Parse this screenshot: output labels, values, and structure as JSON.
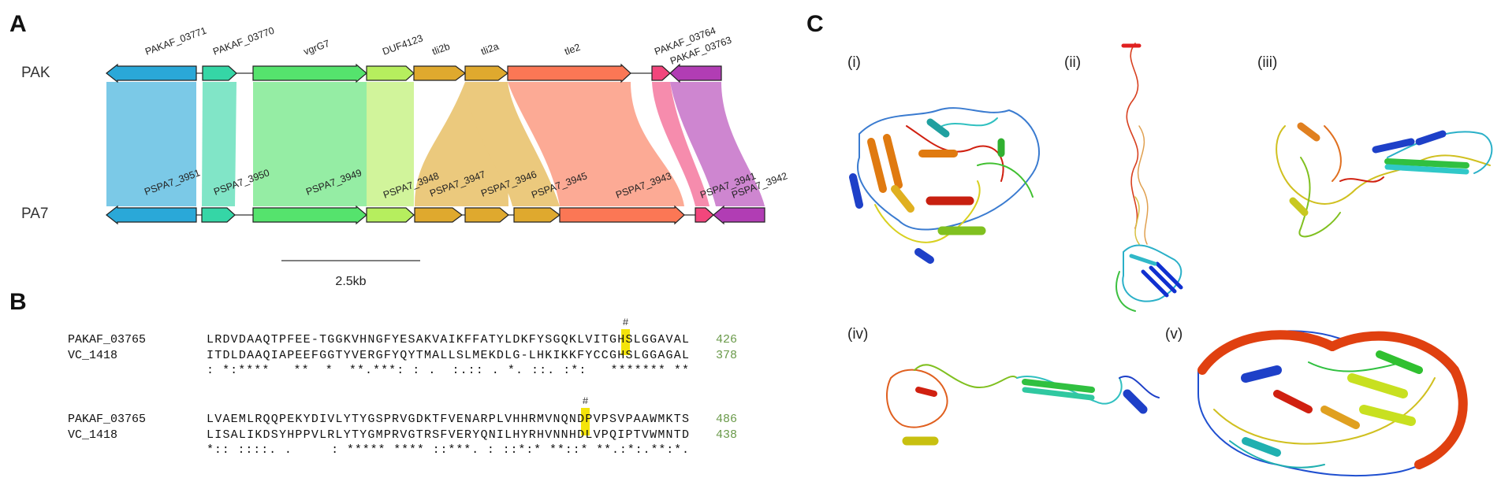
{
  "panels": {
    "a": "A",
    "b": "B",
    "c": "C"
  },
  "panel_a": {
    "top_strain": "PAK",
    "bottom_strain": "PA7",
    "scale_label": "2.5kb",
    "top_genes": [
      "PAKAF_03771",
      "PAKAF_03770",
      "vgrG7",
      "DUF4123",
      "tli2b",
      "tli2a",
      "tle2",
      "PAKAF_03764",
      "PAKAF_03763"
    ],
    "bottom_genes": [
      "PSPA7_3951",
      "PSPA7_3950",
      "PSPA7_3949",
      "PSPA7_3948",
      "PSPA7_3947",
      "PSPA7_3946",
      "PSPA7_3945",
      "PSPA7_3943",
      "PSPA7_3941",
      "PSPA7_3942"
    ],
    "colors": {
      "blue": "#2aa8d8",
      "teal": "#35d6a6",
      "green": "#55e36d",
      "lightgreen": "#b6ee5e",
      "gold": "#dfa92e",
      "orange": "#fb7755",
      "pink": "#f2467c",
      "magenta": "#b13db4"
    }
  },
  "panel_b": {
    "block1": {
      "row1_name": "PAKAF_03765",
      "row1_seq": "LRDVDAAQTPFEE-TGGKVHNGFYESAKVAIKFFATYLDKFYSGQKLVITGHSLGGAVAL",
      "row1_end": "426",
      "row2_name": "VC_1418",
      "row2_seq": "ITDLDAAQIAPEEFGGTYVERGFYQYTMALLSLMEKDLG-LHKIKKFYCCGHSLGGAGAL",
      "row2_end": "378",
      "consensus": ": *:****   **  *  **.***: : .  :.:: . *. ::. :*:   ******* **",
      "marker": "#"
    },
    "block2": {
      "row1_name": "PAKAF_03765",
      "row1_seq": "LVAEMLRQQPEKYDIVLYTYGSPRVGDKTFVENARPLVHHRMVNQNDPVPSVPAAWMKTS",
      "row1_end": "486",
      "row2_name": "VC_1418",
      "row2_seq": "LISALIKDSYHPPVLRLYTYGMPRVGTRSFVERYQNILHYRHVNNHDLVPQIPTVWMNTD",
      "row2_end": "438",
      "consensus": "*:: ::::. .     : ***** **** ::***. : ::*:* **::* **.:*:.**:*.",
      "marker": "#"
    }
  },
  "panel_c": {
    "labels": [
      "(i)",
      "(ii)",
      "(iii)",
      "(iv)",
      "(v)"
    ]
  }
}
